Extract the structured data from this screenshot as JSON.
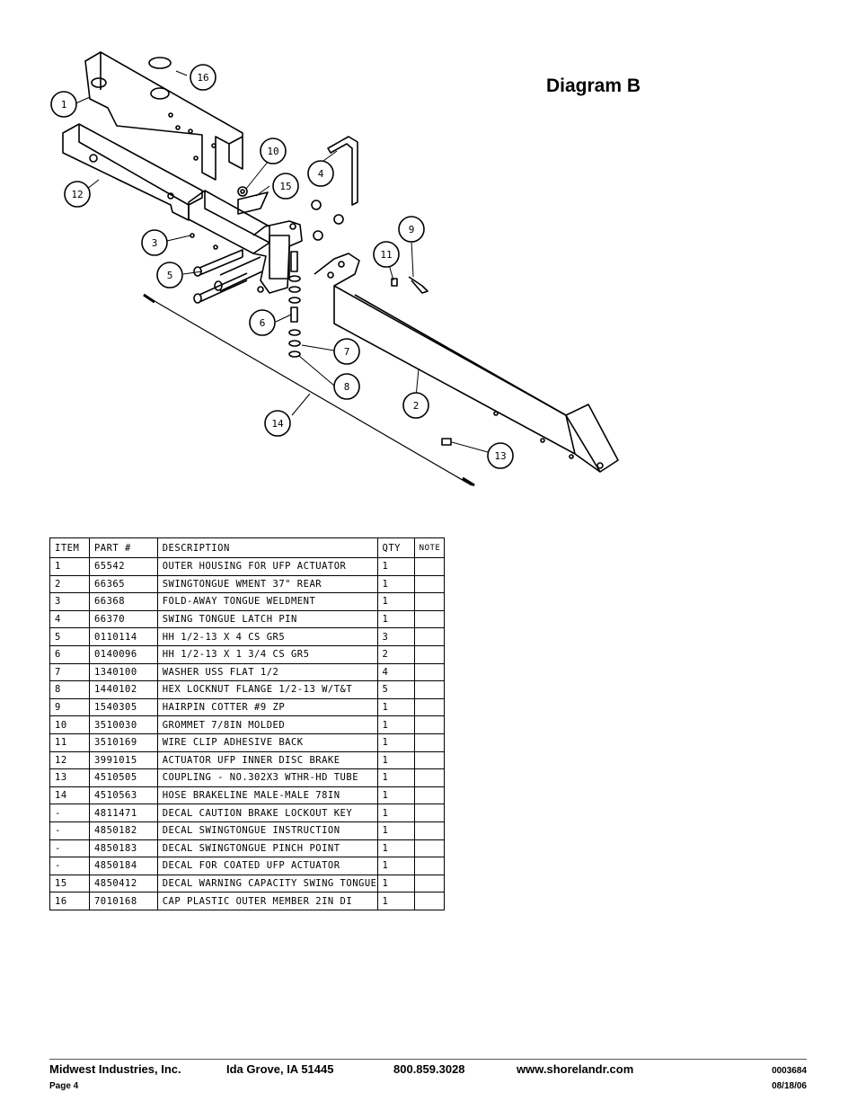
{
  "diagram": {
    "title": "Diagram B",
    "callouts": [
      "1",
      "2",
      "3",
      "4",
      "5",
      "6",
      "7",
      "8",
      "9",
      "10",
      "11",
      "12",
      "13",
      "14",
      "15",
      "16"
    ]
  },
  "table": {
    "headers": [
      "ITEM",
      "PART #",
      "DESCRIPTION",
      "QTY",
      "NOTE"
    ],
    "rows": [
      [
        "1",
        "65542",
        "OUTER HOUSING FOR UFP ACTUATOR",
        "1",
        ""
      ],
      [
        "2",
        "66365",
        "SWINGTONGUE WMENT 37\" REAR",
        "1",
        ""
      ],
      [
        "3",
        "66368",
        "FOLD-AWAY TONGUE WELDMENT",
        "1",
        ""
      ],
      [
        "4",
        "66370",
        "SWING TONGUE LATCH PIN",
        "1",
        ""
      ],
      [
        "5",
        "0110114",
        "HH 1/2-13 X 4 CS GR5",
        "3",
        ""
      ],
      [
        "6",
        "0140096",
        "HH 1/2-13 X 1 3/4 CS GR5",
        "2",
        ""
      ],
      [
        "7",
        "1340100",
        "WASHER USS FLAT 1/2",
        "4",
        ""
      ],
      [
        "8",
        "1440102",
        "HEX LOCKNUT FLANGE 1/2-13 W/T&T",
        "5",
        ""
      ],
      [
        "9",
        "1540305",
        "HAIRPIN COTTER #9 ZP",
        "1",
        ""
      ],
      [
        "10",
        "3510030",
        "GROMMET  7/8IN MOLDED",
        "1",
        ""
      ],
      [
        "11",
        "3510169",
        "WIRE CLIP  ADHESIVE BACK",
        "1",
        ""
      ],
      [
        "12",
        "3991015",
        "ACTUATOR UFP INNER  DISC BRAKE",
        "1",
        ""
      ],
      [
        "13",
        "4510505",
        "COUPLING - NO.302X3 WTHR-HD TUBE",
        "1",
        ""
      ],
      [
        "14",
        "4510563",
        "HOSE BRAKELINE MALE-MALE 78IN",
        "1",
        ""
      ],
      [
        "-",
        "4811471",
        "DECAL CAUTION BRAKE LOCKOUT KEY",
        "1",
        ""
      ],
      [
        "-",
        "4850182",
        "DECAL SWINGTONGUE INSTRUCTION",
        "1",
        ""
      ],
      [
        "-",
        "4850183",
        "DECAL SWINGTONGUE PINCH POINT",
        "1",
        ""
      ],
      [
        "-",
        "4850184",
        "DECAL FOR COATED UFP ACTUATOR",
        "1",
        ""
      ],
      [
        "15",
        "4850412",
        "DECAL WARNING CAPACITY SWING TONGUE",
        "1",
        ""
      ],
      [
        "16",
        "7010168",
        "CAP  PLASTIC OUTER MEMBER 2IN DI",
        "1",
        ""
      ]
    ]
  },
  "footer": {
    "company": "Midwest Industries, Inc.",
    "city": "Ida Grove, IA  51445",
    "phone": "800.859.3028",
    "website": "www.shorelandr.com",
    "doc_number": "0003684",
    "page": "Page 4",
    "date": "08/18/06"
  }
}
